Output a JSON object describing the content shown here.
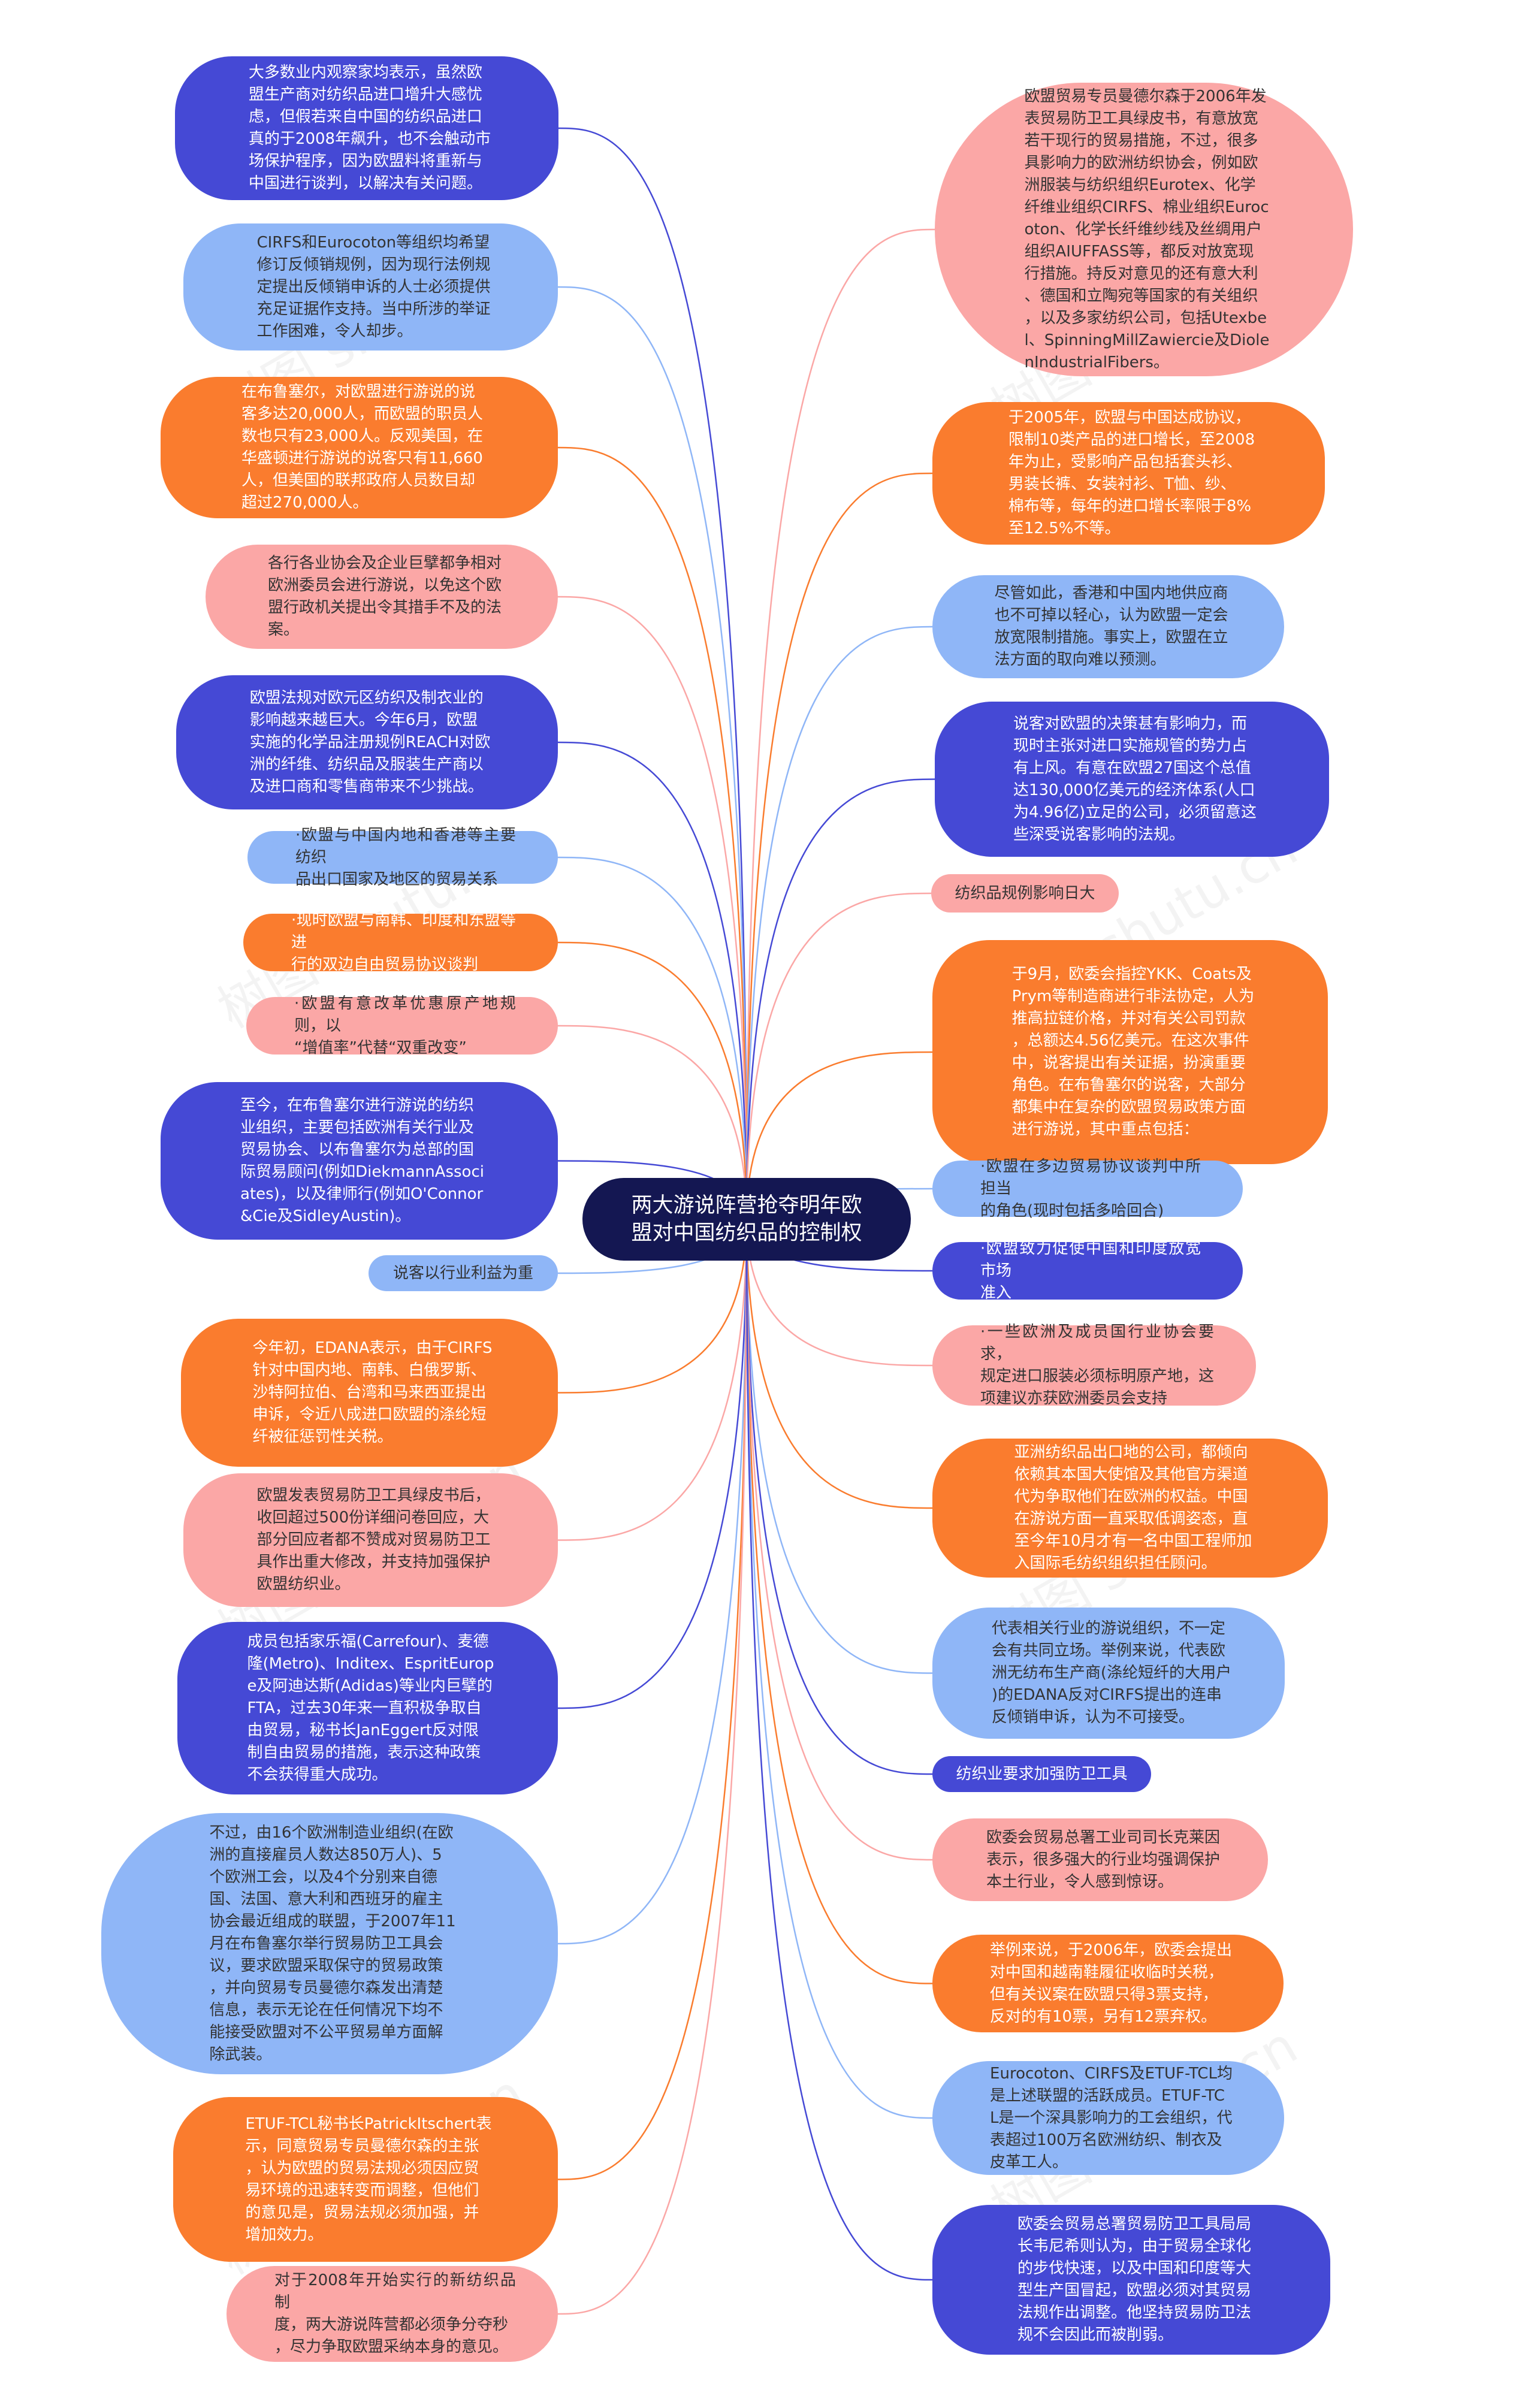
{
  "center": {
    "title": "两大游说阵营抢夺明年欧\n盟对中国纺织品的控制权"
  },
  "watermark": "树图 shutu.cn",
  "colors": {
    "purple": "#4549d5",
    "lightblue": "#8fb6f7",
    "orange": "#fa7c2e",
    "pink": "#fba7a6",
    "center": "#141752"
  },
  "nodes": [
    {
      "id": "L1",
      "side": "left",
      "color": "purple",
      "text": "大多数业内观察家均表示，虽然欧\n盟生产商对纺织品进口增升大感忧\n虑，但假若来自中国的纺织品进口\n真的于2008年飙升，也不会触动市\n场保护程序，因为欧盟料将重新与\n中国进行谈判，以解决有关问题。"
    },
    {
      "id": "L2",
      "side": "left",
      "color": "lightblue",
      "text": "CIRFS和Eurocoton等组织均希望\n修订反倾销规例，因为现行法例规\n定提出反倾销申诉的人士必须提供\n充足证据作支持。当中所涉的举证\n工作困难，令人却步。"
    },
    {
      "id": "L3",
      "side": "left",
      "color": "orange",
      "text": "在布鲁塞尔，对欧盟进行游说的说\n客多达20,000人，而欧盟的职员人\n数也只有23,000人。反观美国，在\n华盛顿进行游说的说客只有11,660\n人，但美国的联邦政府人员数目却\n超过270,000人。"
    },
    {
      "id": "L4",
      "side": "left",
      "color": "pink",
      "text": "各行各业协会及企业巨擘都争相对\n欧洲委员会进行游说，以免这个欧\n盟行政机关提出令其措手不及的法\n案。"
    },
    {
      "id": "L5",
      "side": "left",
      "color": "purple",
      "text": "欧盟法规对欧元区纺织及制衣业的\n影响越来越巨大。今年6月，欧盟\n实施的化学品注册规例REACH对欧\n洲的纤维、纺织品及服装生产商以\n及进口商和零售商带来不少挑战。"
    },
    {
      "id": "L6",
      "side": "left",
      "color": "lightblue",
      "text": "·欧盟与中国内地和香港等主要纺织\n品出口国家及地区的贸易关系"
    },
    {
      "id": "L7",
      "side": "left",
      "color": "orange",
      "text": "·现时欧盟与南韩、印度和东盟等进\n行的双边自由贸易协议谈判"
    },
    {
      "id": "L8",
      "side": "left",
      "color": "pink",
      "text": "·欧盟有意改革优惠原产地规则，以\n“增值率”代替“双重改变”"
    },
    {
      "id": "L9",
      "side": "left",
      "color": "purple",
      "text": "至今，在布鲁塞尔进行游说的纺织\n业组织，主要包括欧洲有关行业及\n贸易协会、以布鲁塞尔为总部的国\n际贸易顾问(例如DiekmannAssoci\nates)，以及律师行(例如O'Connor\n&Cie及SidleyAustin)。"
    },
    {
      "id": "L10",
      "side": "left",
      "color": "lightblue",
      "text": "说客以行业利益为重"
    },
    {
      "id": "L11",
      "side": "left",
      "color": "orange",
      "text": "今年初，EDANA表示，由于CIRFS\n针对中国内地、南韩、白俄罗斯、\n沙特阿拉伯、台湾和马来西亚提出\n申诉，令近八成进口欧盟的涤纶短\n纤被征惩罚性关税。"
    },
    {
      "id": "L12",
      "side": "left",
      "color": "pink",
      "text": "欧盟发表贸易防卫工具绿皮书后，\n收回超过500份详细问卷回应，大\n部分回应者都不赞成对贸易防卫工\n具作出重大修改，并支持加强保护\n欧盟纺织业。"
    },
    {
      "id": "L13",
      "side": "left",
      "color": "purple",
      "text": "成员包括家乐福(Carrefour)、麦德\n隆(Metro)、Inditex、EspritEurop\ne及阿迪达斯(Adidas)等业内巨擘的\nFTA，过去30年来一直积极争取自\n由贸易，秘书长JanEggert反对限\n制自由贸易的措施，表示这种政策\n不会获得重大成功。"
    },
    {
      "id": "L14",
      "side": "left",
      "color": "lightblue",
      "text": "不过，由16个欧洲制造业组织(在欧\n洲的直接雇员人数达850万人)、5\n个欧洲工会，以及4个分别来自德\n国、法国、意大利和西班牙的雇主\n协会最近组成的联盟，于2007年11\n月在布鲁塞尔举行贸易防卫工具会\n议，要求欧盟采取保守的贸易政策\n，并向贸易专员曼德尔森发出清楚\n信息，表示无论在任何情况下均不\n能接受欧盟对不公平贸易单方面解\n除武装。"
    },
    {
      "id": "L15",
      "side": "left",
      "color": "orange",
      "text": "ETUF-TCL秘书长PatrickItschert表\n示，同意贸易专员曼德尔森的主张\n，认为欧盟的贸易法规必须因应贸\n易环境的迅速转变而调整，但他们\n的意见是，贸易法规必须加强，并\n增加效力。"
    },
    {
      "id": "L16",
      "side": "left",
      "color": "pink",
      "text": "对于2008年开始实行的新纺织品制\n度，两大游说阵营都必须争分夺秒\n，尽力争取欧盟采纳本身的意见。"
    },
    {
      "id": "R1",
      "side": "right",
      "color": "pink",
      "text": "欧盟贸易专员曼德尔森于2006年发\n表贸易防卫工具绿皮书，有意放宽\n若干现行的贸易措施，不过，很多\n具影响力的欧洲纺织协会，例如欧\n洲服装与纺织组织Eurotex、化学\n纤维业组织CIRFS、棉业组织Euroc\noton、化学长纤维纱线及丝绸用户\n组织AIUFFASS等，都反对放宽现\n行措施。持反对意见的还有意大利\n、德国和立陶宛等国家的有关组织\n，以及多家纺织公司，包括Utexbe\nl、SpinningMillZawiercie及Diole\nnIndustrialFibers。"
    },
    {
      "id": "R2",
      "side": "right",
      "color": "orange",
      "text": "于2005年，欧盟与中国达成协议，\n限制10类产品的进口增长，至2008\n年为止，受影响产品包括套头衫、\n男装长裤、女装衬衫、T恤、纱、\n棉布等，每年的进口增长率限于8%\n至12.5%不等。"
    },
    {
      "id": "R3",
      "side": "right",
      "color": "lightblue",
      "text": "尽管如此，香港和中国内地供应商\n也不可掉以轻心，认为欧盟一定会\n放宽限制措施。事实上，欧盟在立\n法方面的取向难以预测。"
    },
    {
      "id": "R4",
      "side": "right",
      "color": "purple",
      "text": "说客对欧盟的决策甚有影响力，而\n现时主张对进口实施规管的势力占\n有上风。有意在欧盟27国这个总值\n达130,000亿美元的经济体系(人口\n为4.96亿)立足的公司，必须留意这\n些深受说客影响的法规。"
    },
    {
      "id": "R5",
      "side": "right",
      "color": "pink",
      "text": "纺织品规例影响日大"
    },
    {
      "id": "R6",
      "side": "right",
      "color": "orange",
      "text": "于9月，欧委会指控YKK、Coats及\nPrym等制造商进行非法协定，人为\n推高拉链价格，并对有关公司罚款\n，总额达4.56亿美元。在这次事件\n中，说客提出有关证据，扮演重要\n角色。在布鲁塞尔的说客，大部分\n都集中在复杂的欧盟贸易政策方面\n进行游说，其中重点包括："
    },
    {
      "id": "R7",
      "side": "right",
      "color": "lightblue",
      "text": "·欧盟在多边贸易协议谈判中所担当\n的角色(现时包括多哈回合)"
    },
    {
      "id": "R8",
      "side": "right",
      "color": "purple",
      "text": "·欧盟致力促使中国和印度放宽市场\n准入"
    },
    {
      "id": "R9",
      "side": "right",
      "color": "pink",
      "text": "·一些欧洲及成员国行业协会要求，\n规定进口服装必须标明原产地，这\n项建议亦获欧洲委员会支持"
    },
    {
      "id": "R10",
      "side": "right",
      "color": "orange",
      "text": "亚洲纺织品出口地的公司，都倾向\n依赖其本国大使馆及其他官方渠道\n代为争取他们在欧洲的权益。中国\n在游说方面一直采取低调姿态，直\n至今年10月才有一名中国工程师加\n入国际毛纺织组织担任顾问。"
    },
    {
      "id": "R11",
      "side": "right",
      "color": "lightblue",
      "text": "代表相关行业的游说组织，不一定\n会有共同立场。举例来说，代表欧\n洲无纺布生产商(涤纶短纤的大用户\n)的EDANA反对CIRFS提出的连串\n反倾销申诉，认为不可接受。"
    },
    {
      "id": "R12",
      "side": "right",
      "color": "purple",
      "text": "纺织业要求加强防卫工具"
    },
    {
      "id": "R13",
      "side": "right",
      "color": "pink",
      "text": "欧委会贸易总署工业司司长克莱因\n表示，很多强大的行业均强调保护\n本土行业，令人感到惊讶。"
    },
    {
      "id": "R14",
      "side": "right",
      "color": "orange",
      "text": "举例来说，于2006年，欧委会提出\n对中国和越南鞋履征收临时关税，\n但有关议案在欧盟只得3票支持，\n反对的有10票，另有12票弃权。"
    },
    {
      "id": "R15",
      "side": "right",
      "color": "lightblue",
      "text": "Eurocoton、CIRFS及ETUF-TCL均\n是上述联盟的活跃成员。ETUF-TC\nL是一个深具影响力的工会组织，代\n表超过100万名欧洲纺织、制衣及\n皮革工人。"
    },
    {
      "id": "R16",
      "side": "right",
      "color": "purple",
      "text": "欧委会贸易总署贸易防卫工具局局\n长韦尼希则认为，由于贸易全球化\n的步伐快速，以及中国和印度等大\n型生产国冒起，欧盟必须对其贸易\n法规作出调整。他坚持贸易防卫法\n规不会因此而被削弱。"
    }
  ]
}
